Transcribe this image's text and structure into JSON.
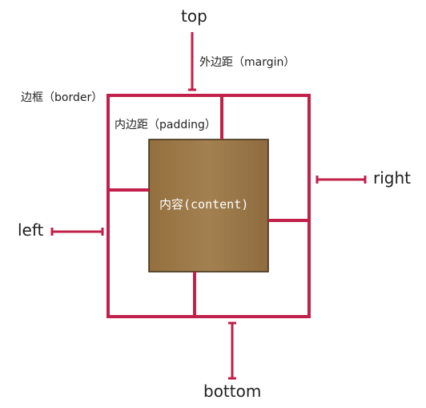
{
  "labels": {
    "top": "top",
    "bottom": "bottom",
    "left": "left",
    "right": "right",
    "margin": "外边距（margin）",
    "border": "边框（border）",
    "padding": "内边距（padding）",
    "content": "内容(content)"
  },
  "colors": {
    "border": "#c0204a",
    "content_fill": "#9c7a4c",
    "content_edge": "#3b2a15",
    "text": "#1f1f1f"
  }
}
